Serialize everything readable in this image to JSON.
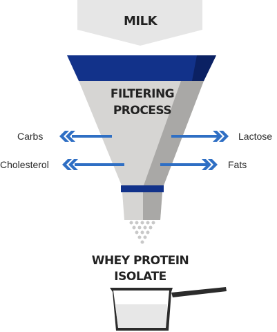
{
  "top_label": "MILK",
  "funnel_title": [
    "FILTERING",
    "PROCESS"
  ],
  "outputs": {
    "left": [
      "Carbs",
      "Cholesterol"
    ],
    "right": [
      "Lactose",
      "Fats"
    ]
  },
  "product_label": [
    "WHEY PROTEIN",
    "ISOLATE"
  ],
  "colors": {
    "navy": "#12328a",
    "arrow_blue": "#2f6fc4",
    "funnel_light": "#d6d5d3",
    "funnel_dark": "#a9a8a6",
    "milk_arrow": "#e6e6e6",
    "text": "#222222"
  },
  "icons": [
    "double-chevron-left-icon",
    "double-chevron-right-icon",
    "scoop-icon"
  ]
}
